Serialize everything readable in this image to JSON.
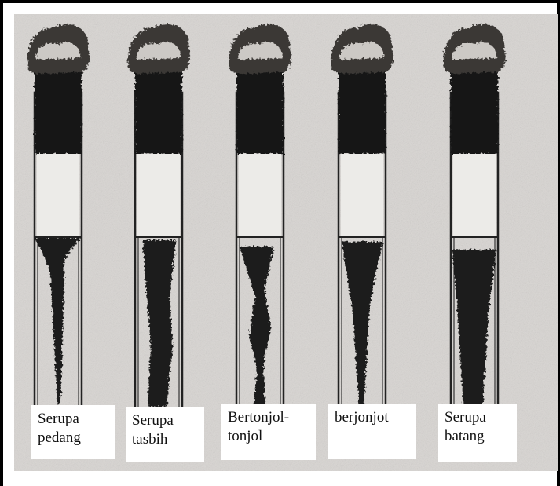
{
  "labels": [
    "Serupa\npedang",
    "Serupa\ntasbih",
    "Bertonjol-\ntonjol",
    "berjonjot",
    "Serupa\nbatang"
  ]
}
